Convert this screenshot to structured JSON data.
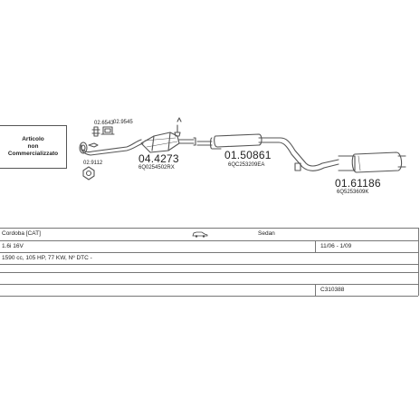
{
  "note": {
    "line1": "Articolo",
    "line2": "non",
    "line3": "Commercializzato"
  },
  "parts": {
    "p1": "02.6543",
    "p2": "02.9545",
    "p3": "02.9112",
    "cat_code": "04.4273",
    "cat_oem": "6Q0254502RX",
    "mid_code": "01.50861",
    "mid_oem": "6QC253209EA",
    "rear_code": "01.61186",
    "rear_oem": "6Q5253609K"
  },
  "vehicle": {
    "model": "Cordoba [CAT]",
    "body": "Sedan",
    "engine": "1.6i 16V",
    "years": "11/06 - 1/09",
    "spec": "1590 cc, 105 HP, 77 KW, Nº DTC -",
    "ref": "C310388"
  },
  "icons": {
    "car": "car-icon",
    "lambda": "lambda-sensor-icon"
  },
  "colors": {
    "line": "#555555",
    "text": "#222222"
  }
}
